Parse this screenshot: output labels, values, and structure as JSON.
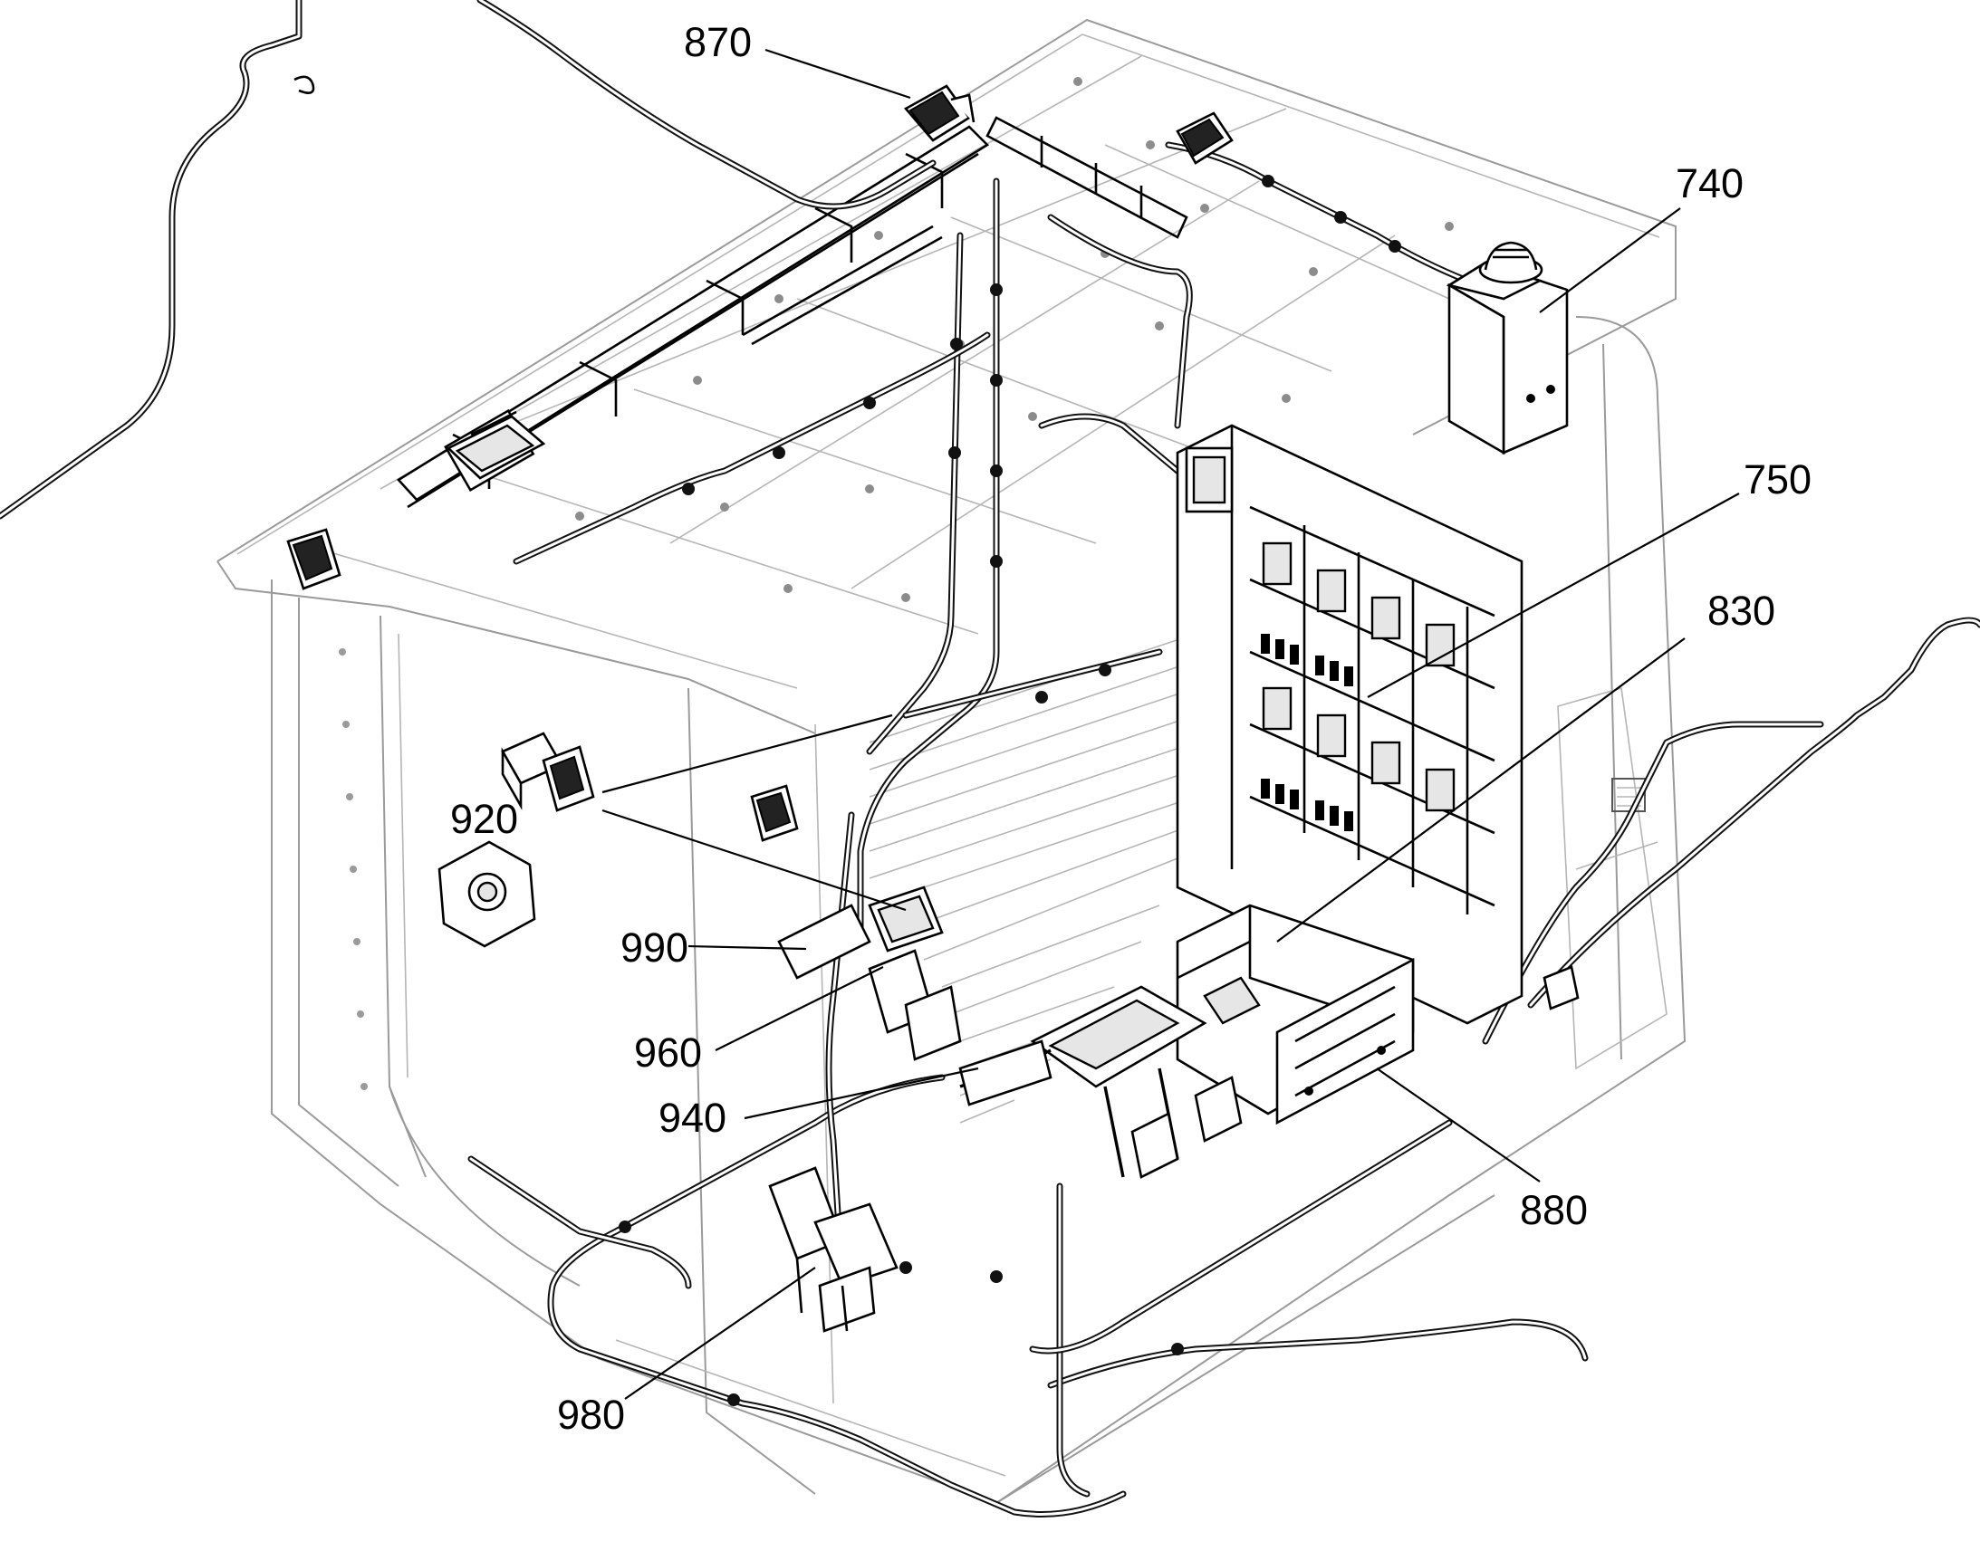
{
  "figure": {
    "kind": "isometric technical line drawing of an operator cab with electrical wiring harness and cabinet",
    "callouts": [
      {
        "id": "870",
        "label": "870"
      },
      {
        "id": "740",
        "label": "740"
      },
      {
        "id": "750",
        "label": "750"
      },
      {
        "id": "830",
        "label": "830"
      },
      {
        "id": "920",
        "label": "920"
      },
      {
        "id": "990",
        "label": "990"
      },
      {
        "id": "960",
        "label": "960"
      },
      {
        "id": "940",
        "label": "940"
      },
      {
        "id": "880",
        "label": "880"
      },
      {
        "id": "980",
        "label": "980"
      }
    ]
  }
}
